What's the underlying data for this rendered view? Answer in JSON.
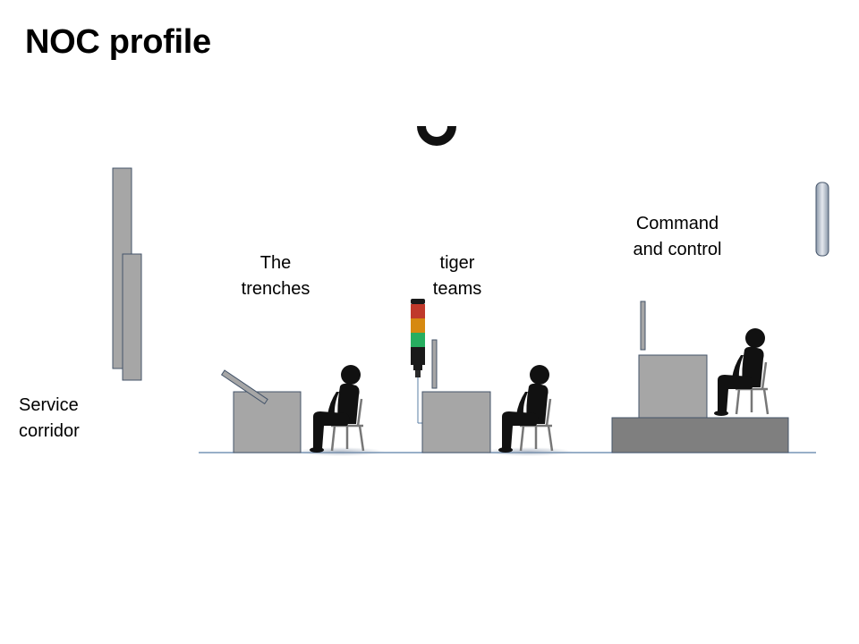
{
  "slide": {
    "title": "NOC profile"
  },
  "labels": {
    "service_corridor": {
      "line1": "Service",
      "line2": "corridor"
    },
    "trenches": {
      "line1": "The",
      "line2": "trenches"
    },
    "tiger_teams": {
      "line1": "tiger",
      "line2": "teams"
    },
    "command_control": {
      "line1": "Command",
      "line2": "and control"
    }
  },
  "icons": {
    "person": "seated-person-icon",
    "light": "signal-tower-light-icon",
    "camera": "ceiling-camera-icon"
  },
  "colors": {
    "desk_fill": "#a6a6a6",
    "desk_stroke": "#44546a",
    "platform_fill": "#7f7f7f",
    "floor": "#5b7fa6",
    "figure": "#111111",
    "light_red": "#c0392b",
    "light_amber": "#d68910",
    "light_green": "#27ae60"
  }
}
